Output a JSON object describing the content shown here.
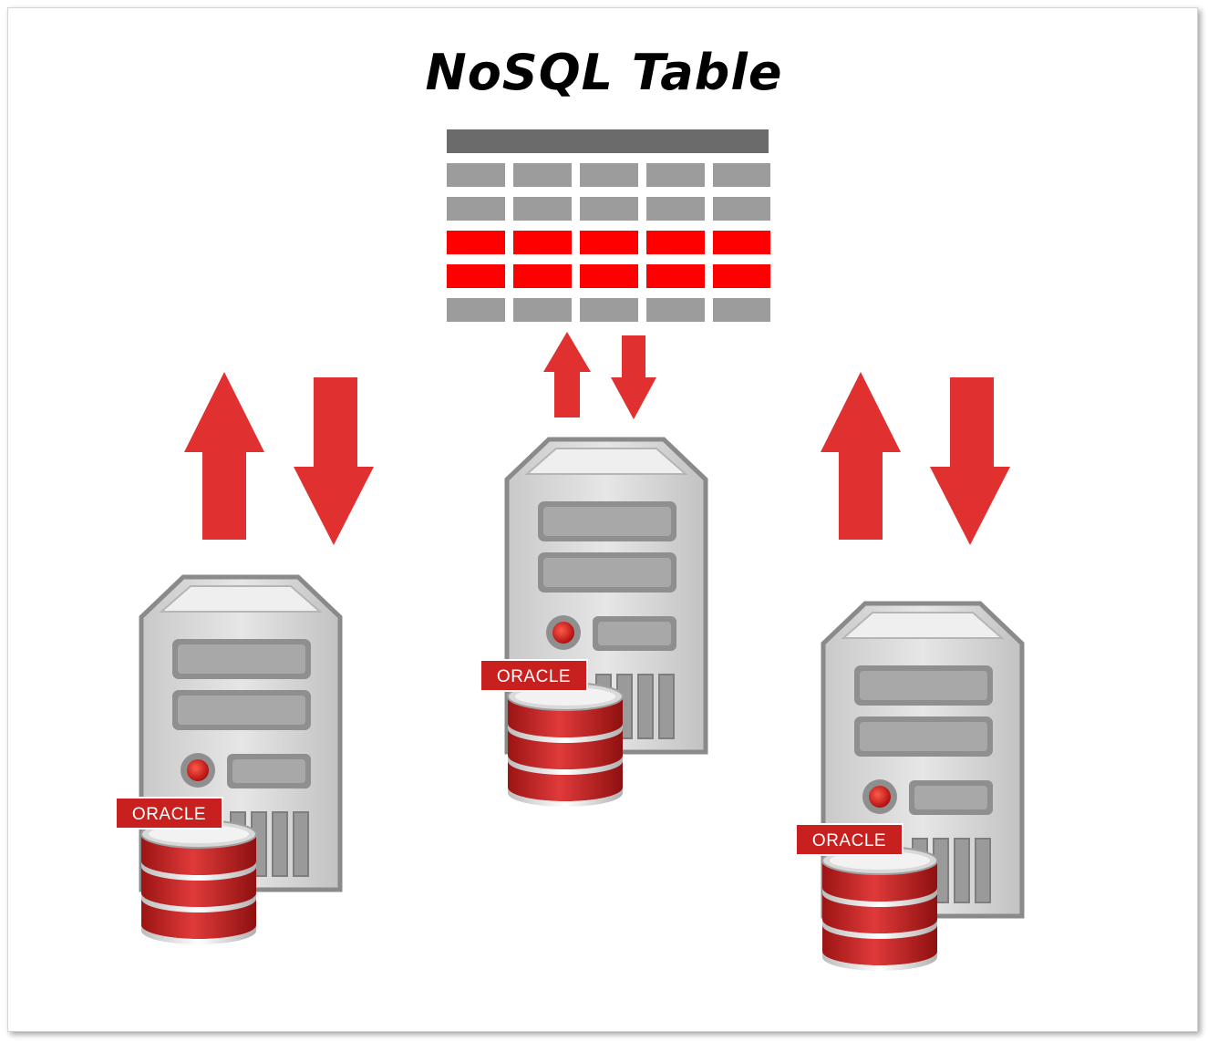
{
  "title": "NoSQL Table",
  "table": {
    "rows": 5,
    "columns": 5,
    "highlighted_rows": [
      3,
      4
    ]
  },
  "nodes": [
    {
      "name": "server-left",
      "logo_text": "ORACLE"
    },
    {
      "name": "server-center",
      "logo_text": "ORACLE"
    },
    {
      "name": "server-right",
      "logo_text": "ORACLE"
    }
  ],
  "colors": {
    "accent_red": "#e03030",
    "table_header": "#6b6b6b",
    "table_cell": "#9c9c9c",
    "table_highlight": "#ff0000",
    "server_body": "#d6d6d6",
    "server_outline": "#8a8a8a",
    "oracle_red": "#c8201f"
  }
}
